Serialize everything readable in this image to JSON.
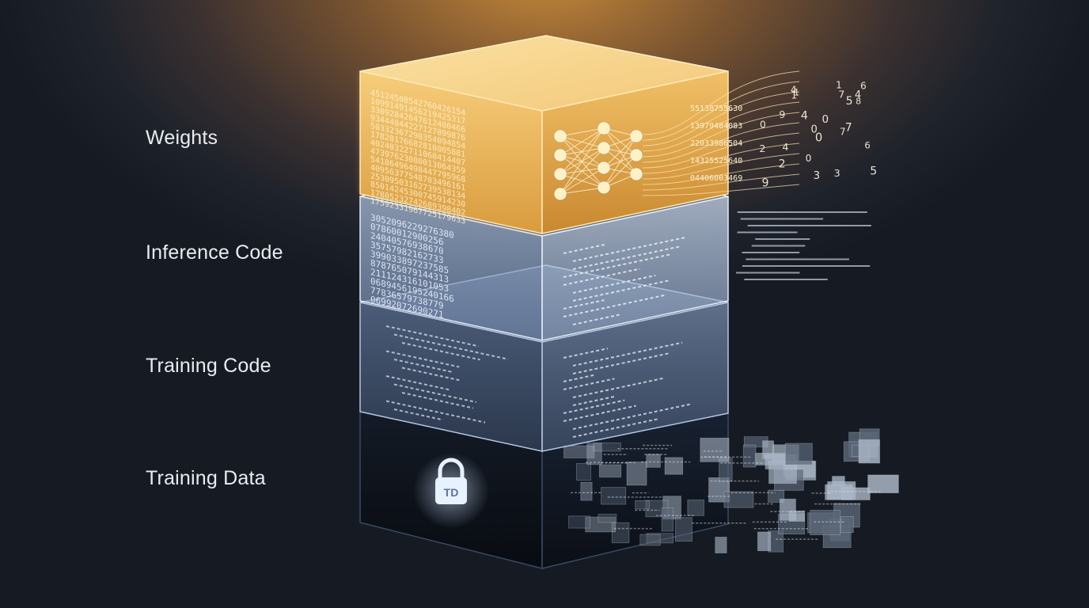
{
  "layers": [
    {
      "label": "Weights",
      "theme": "gold",
      "icon": "neural-network-icon"
    },
    {
      "label": "Inference Code",
      "theme": "light-blue",
      "icon": "code-lines-icon"
    },
    {
      "label": "Training Code",
      "theme": "steel-blue",
      "icon": "code-lines-icon"
    },
    {
      "label": "Training Data",
      "theme": "dark",
      "icon": "lock-icon"
    }
  ],
  "lock_badge": "TD",
  "colors": {
    "gold": "#f5c46a",
    "light_blue": "#b9cde6",
    "steel_blue": "#7f95b8",
    "dark": "#0b1018",
    "label_text": "#e9ecef"
  }
}
